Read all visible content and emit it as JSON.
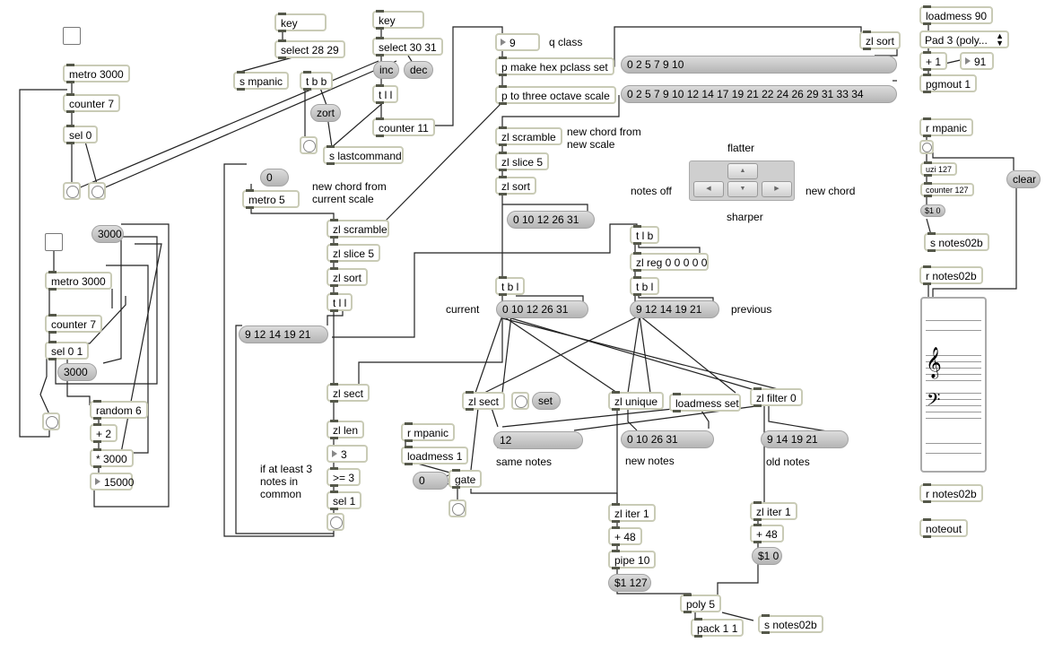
{
  "patch": {
    "metro_a": "metro 3000",
    "counter_a": "counter 7",
    "sel_a": "sel 0",
    "key_1": "key",
    "select_1": "select 28 29",
    "s_mpanic": "s mpanic",
    "key_2": "key",
    "select_2": "select 30 31",
    "inc": "inc",
    "dec": "dec",
    "tbb": "t b b",
    "zort": "zort",
    "tll_1": "t l l",
    "counter_11": "counter 11",
    "s_lastcommand": "s lastcommand",
    "num_q": "9",
    "q_class": "q class",
    "p_make_hex": "p make hex pclass set",
    "p_three_octave": "p to three octave scale",
    "scale_msg": "0 2 5 7 9 10",
    "scale3_msg": "0 2 5 7 9 10 12 14 17 19 21 22 24 26 29 31 33 34",
    "zl_sort_top": "zl sort",
    "zl_scramble_1": "zl scramble",
    "new_chord_from_new_scale": "new chord from\nnew scale",
    "zl_slice_1": "zl slice 5",
    "zl_sort_1": "zl sort",
    "chord_msg_1": "0 10 12 26 31",
    "zero_msg": "0",
    "metro_5": "metro 5",
    "new_chord_from_current_scale": "new chord from\ncurrent scale",
    "zl_scramble_2": "zl scramble",
    "zl_slice_2": "zl slice 5",
    "zl_sort_2": "zl sort",
    "tll_2": "t l l",
    "chord_msg_2": "9 12 14 19 21",
    "msg_3000_a": "3000",
    "metro_b": "metro 3000",
    "counter_b": "counter 7",
    "sel_b": "sel 0 1",
    "msg_3000_b": "3000",
    "random_6": "random 6",
    "plus_2": "+ 2",
    "times_3000": "* 3000",
    "num_15000": "15000",
    "zl_sect_1": "zl sect",
    "zl_len": "zl len",
    "num_3": "3",
    "ge_3": ">= 3",
    "sel_1": "sel 1",
    "if_at_least": "if at least 3\nnotes in\ncommon",
    "r_mpanic_1": "r mpanic",
    "loadmess_1": "loadmess 1",
    "zero_msg_2": "0",
    "gate": "gate",
    "flatter": "flatter",
    "sharper": "sharper",
    "notes_off": "notes off",
    "new_chord": "new chord",
    "tlb": "t l b",
    "zl_reg": "zl reg 0 0 0 0 0",
    "tbl_1": "t b l",
    "tbl_2": "t b l",
    "current_lbl": "current",
    "current_msg": "0 10 12 26 31",
    "previous_msg": "9 12 14 19 21",
    "previous_lbl": "previous",
    "zl_sect_2": "zl sect",
    "set_msg": "set",
    "zl_unique": "zl unique",
    "loadmess_set": "loadmess set",
    "zl_filter": "zl filter 0",
    "same_msg": "12",
    "new_msg": "0 10 26 31",
    "old_msg": "9 14 19 21",
    "same_notes": "same notes",
    "new_notes": "new notes",
    "old_notes": "old notes",
    "zl_iter_1": "zl iter 1",
    "plus_48_1": "+ 48",
    "pipe_10": "pipe 10",
    "vel_msg": "$1 127",
    "zl_iter_2": "zl iter 1",
    "plus_48_2": "+ 48",
    "zero_vel_msg": "$1 0",
    "poly_5": "poly 5",
    "pack_11": "pack 1 1",
    "s_notes02b": "s notes02b",
    "loadmess_90": "loadmess 90",
    "pad_menu": "Pad 3 (poly...",
    "plus_1": "+ 1",
    "num_91": "91",
    "pgmout": "pgmout 1",
    "r_mpanic_2": "r mpanic",
    "uzi_127": "uzi 127",
    "counter_127": "counter 127",
    "dollar_10": "$1 0",
    "s_notes02b_2": "s notes02b",
    "clear_msg": "clear",
    "r_notes02b_1": "r notes02b",
    "r_notes02b_2": "r notes02b",
    "noteout": "noteout"
  }
}
